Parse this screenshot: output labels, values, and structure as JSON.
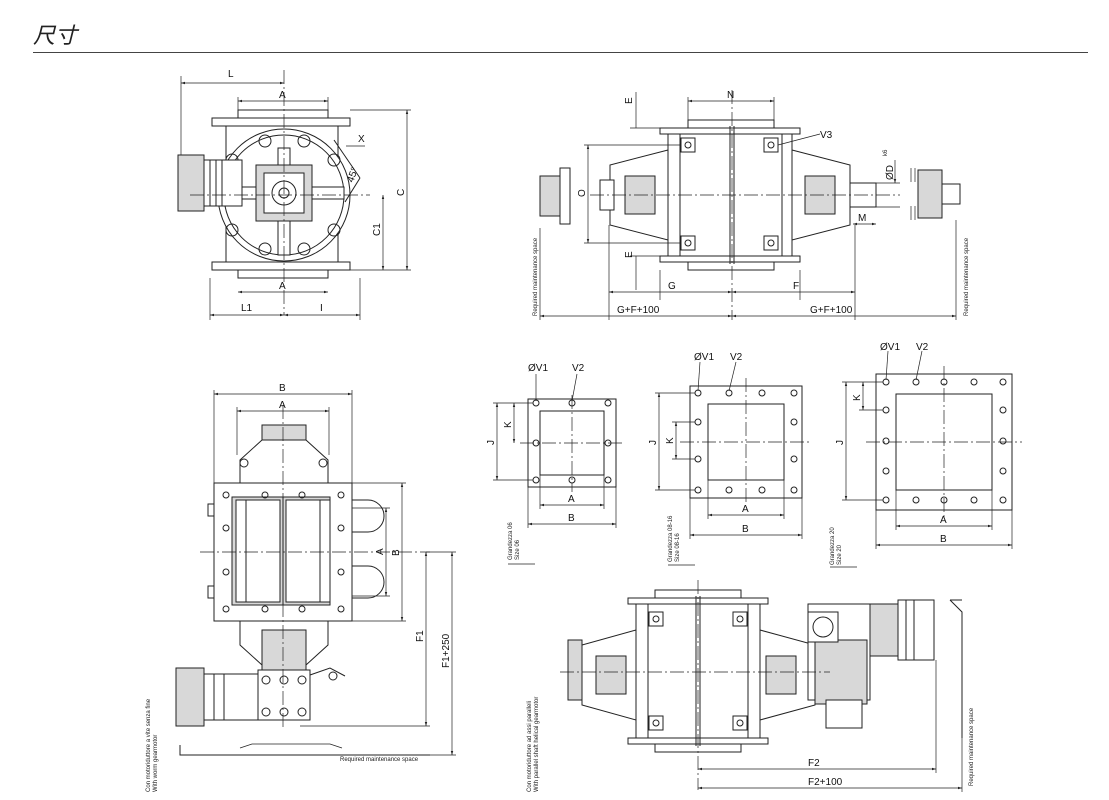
{
  "page": {
    "title": "尺寸"
  },
  "dims": {
    "L": "L",
    "A": "A",
    "X": "X",
    "C": "C",
    "C1": "C1",
    "L1": "L1",
    "I": "I",
    "ang45": "45°",
    "E": "E",
    "N": "N",
    "V3": "V3",
    "O": "O",
    "D": "ØD",
    "D_tol": "k6",
    "M": "M",
    "G": "G",
    "F": "F",
    "GF100": "G+F+100",
    "B": "B",
    "F1": "F1",
    "F1_250": "F1+250",
    "V1": "ØV1",
    "V2": "V2",
    "J": "J",
    "K": "K",
    "F2": "F2",
    "F2_100": "F2+100"
  },
  "captions": {
    "maint": "Required maintenance space",
    "size06_it": "Grandezza 06",
    "size06_en": "Size 06",
    "size0816_it": "Grandezza 08-16",
    "size0816_en": "Size 08-16",
    "size20_it": "Grandezza 20",
    "size20_en": "Size 20",
    "worm_it": "Con motoriduttore a vite senza fine",
    "worm_en": "With worm gearmotor",
    "par_it": "Con motoriduttore ad assi paralleli",
    "par_en": "With parallel shaft helical gearmotor"
  }
}
